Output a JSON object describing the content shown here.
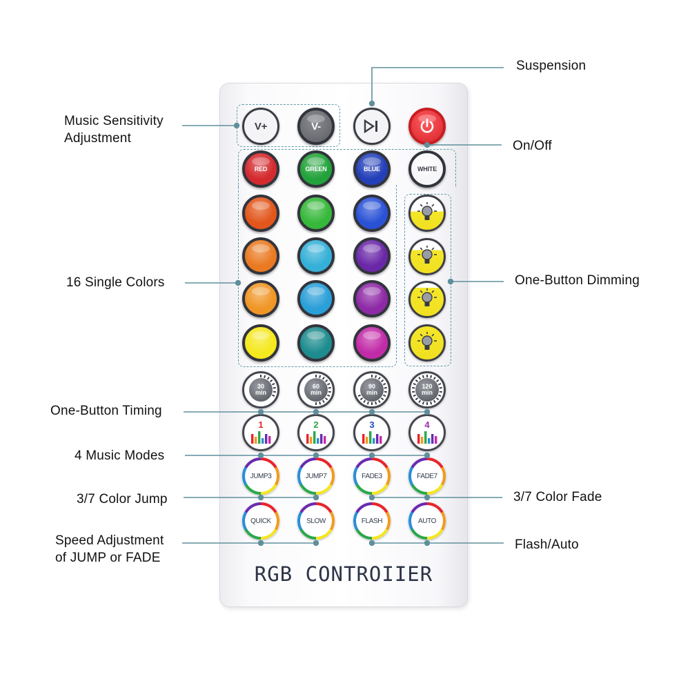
{
  "remote": {
    "brand_text": "RGB CONTROIIER",
    "row_top": [
      {
        "name": "volume-up-button",
        "label": "V+",
        "kind": "outline",
        "fill": "#ffffff"
      },
      {
        "name": "volume-down-button",
        "label": "V-",
        "kind": "dark",
        "fill": "#5b5d63"
      },
      {
        "name": "play-pause-button",
        "label": "",
        "kind": "outline",
        "fill": "#ffffff",
        "icon": "play-pause-icon"
      },
      {
        "name": "power-button",
        "label": "",
        "kind": "power",
        "fill": "#d6242a",
        "icon": "power-icon"
      }
    ],
    "row_primary": [
      {
        "name": "red-button",
        "label": "RED",
        "fill": "#d42a2e"
      },
      {
        "name": "green-button",
        "label": "GREEN",
        "fill": "#22a23a"
      },
      {
        "name": "blue-button",
        "label": "BLUE",
        "fill": "#2440b8"
      },
      {
        "name": "white-button",
        "label": "WHITE",
        "fill": "#f6f6f8"
      }
    ],
    "color_grid": [
      [
        "#e2561c",
        "#36b83a",
        "#2a52d6"
      ],
      [
        "#ea7a22",
        "#35b0d8",
        "#6a28a8"
      ],
      [
        "#f09626",
        "#2a9fd8",
        "#8e2aa6"
      ],
      [
        "#f5e81e",
        "#1d8c8e",
        "#c22ba8"
      ]
    ],
    "dimming": [
      {
        "name": "dimming-level-1-button",
        "level": 0.25
      },
      {
        "name": "dimming-level-2-button",
        "level": 0.5
      },
      {
        "name": "dimming-level-3-button",
        "level": 0.75
      },
      {
        "name": "dimming-level-4-button",
        "level": 1.0
      }
    ],
    "timers": [
      {
        "value": "30",
        "unit": "min"
      },
      {
        "value": "60",
        "unit": "min"
      },
      {
        "value": "90",
        "unit": "min"
      },
      {
        "value": "120",
        "unit": "min"
      }
    ],
    "music_modes": [
      {
        "number": "1",
        "color": "#e8242a"
      },
      {
        "number": "2",
        "color": "#25a83a"
      },
      {
        "number": "3",
        "color": "#2447c0"
      },
      {
        "number": "4",
        "color": "#9a2ab0"
      }
    ],
    "effects_row1": [
      "JUMP3",
      "JUMP7",
      "FADE3",
      "FADE7"
    ],
    "effects_row2": [
      "QUICK",
      "SLOW",
      "FLASH",
      "AUTO"
    ],
    "ring_colors": [
      "#e8242a",
      "#f39a1e",
      "#f5e61e",
      "#2aa84a",
      "#2a8ed8",
      "#6a2ab0"
    ]
  },
  "callouts": {
    "suspension": "Suspension",
    "music_sensitivity_line1": "Music Sensitivity",
    "music_sensitivity_line2": "Adjustment",
    "on_off": "On/Off",
    "single_colors": "16 Single Colors",
    "dimming": "One-Button Dimming",
    "timing": "One-Button Timing",
    "music_modes": "4 Music Modes",
    "color_jump": "3/7 Color Jump",
    "color_fade": "3/7 Color Fade",
    "speed_line1": "Speed Adjustment",
    "speed_line2": "of JUMP or FADE",
    "flash_auto": "Flash/Auto"
  },
  "colors": {
    "leader_line": "#5f8f9b",
    "dashed_box": "#5f9aa6"
  }
}
